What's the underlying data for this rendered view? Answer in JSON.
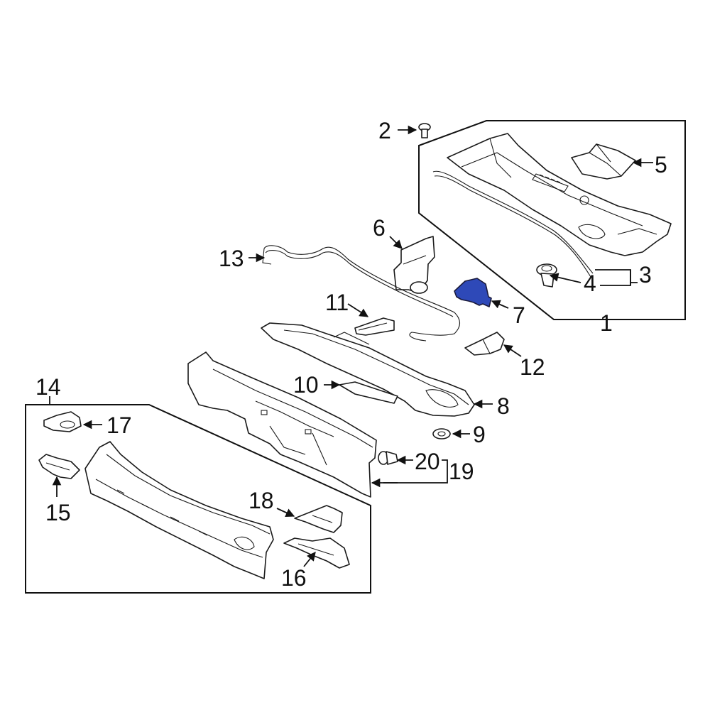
{
  "diagram": {
    "highlight_color": "#2e49b8",
    "outline_color": "#1a1a1a",
    "callouts": {
      "c1": "1",
      "c2": "2",
      "c3": "3",
      "c4": "4",
      "c5": "5",
      "c6": "6",
      "c7": "7",
      "c8": "8",
      "c9": "9",
      "c10": "10",
      "c11": "11",
      "c12": "12",
      "c13": "13",
      "c14": "14",
      "c15": "15",
      "c16": "16",
      "c17": "17",
      "c18": "18",
      "c19": "19",
      "c20": "20"
    }
  }
}
